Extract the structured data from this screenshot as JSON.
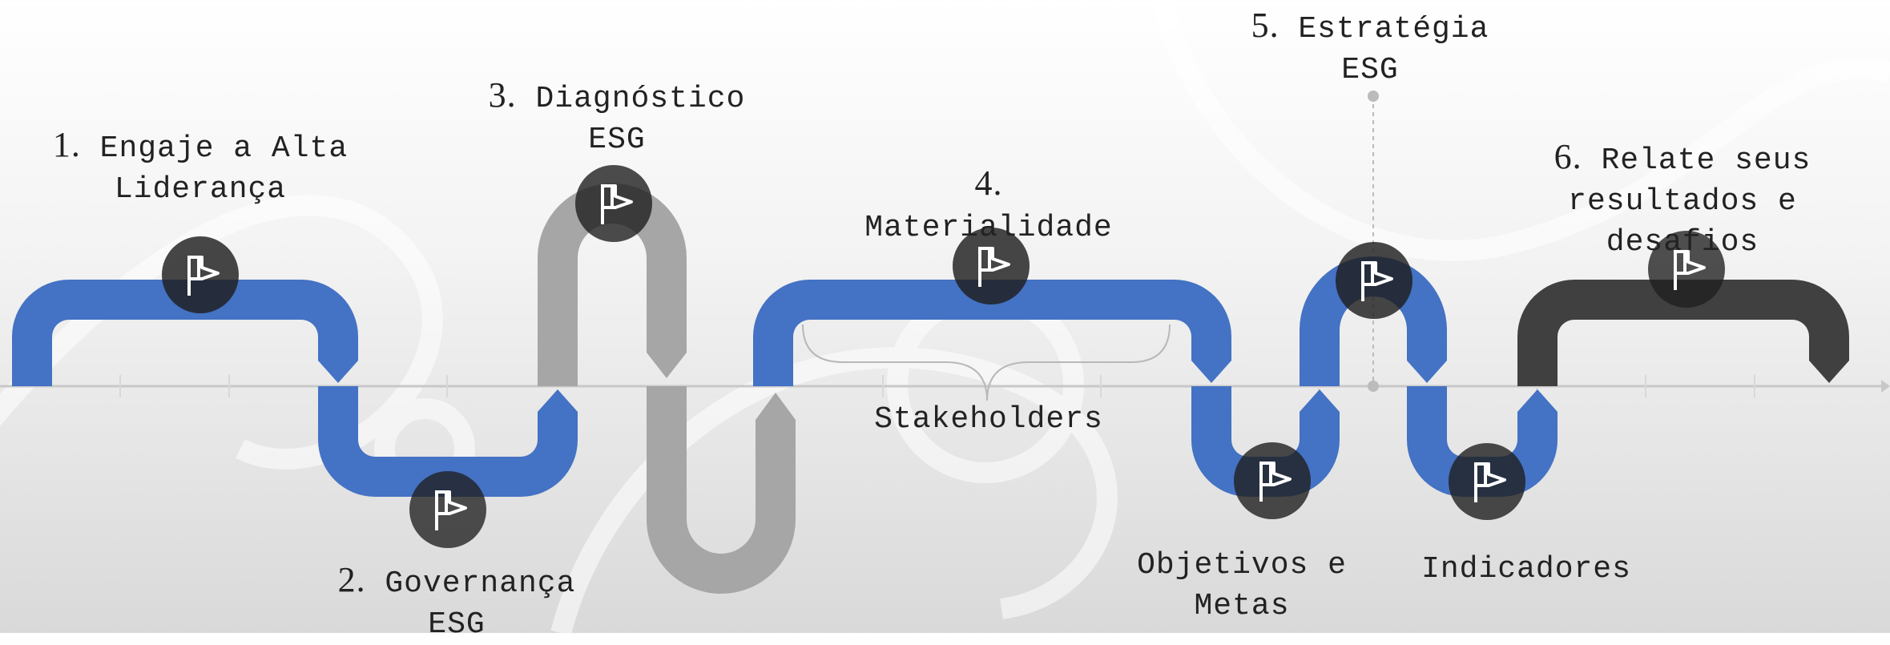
{
  "colors": {
    "blue": "#4472c4",
    "gray": "#a6a6a6",
    "dark": "#404040",
    "flag_circle": "#1f1f1f",
    "axis": "#c8c8c8"
  },
  "icons": {
    "milestone": "flag-icon"
  },
  "steps": [
    {
      "num": "1.",
      "title": "Engaje a Alta",
      "title2": "Liderança"
    },
    {
      "num": "2.",
      "title": "Governança",
      "title2": "ESG"
    },
    {
      "num": "3.",
      "title": "Diagnóstico",
      "title2": "ESG"
    },
    {
      "num": "4.",
      "title": "",
      "title2": "Materialidade"
    },
    {
      "num": "5.",
      "title": "Estratégia",
      "title2": "ESG"
    },
    {
      "num": "6.",
      "title": "Relate seus",
      "title2": "resultados e",
      "title3": "desafios"
    }
  ],
  "sub_labels": {
    "stakeholders": "Stakeholders",
    "objetivos_1": "Objetivos e",
    "objetivos_2": "Metas",
    "indicadores": "Indicadores"
  }
}
